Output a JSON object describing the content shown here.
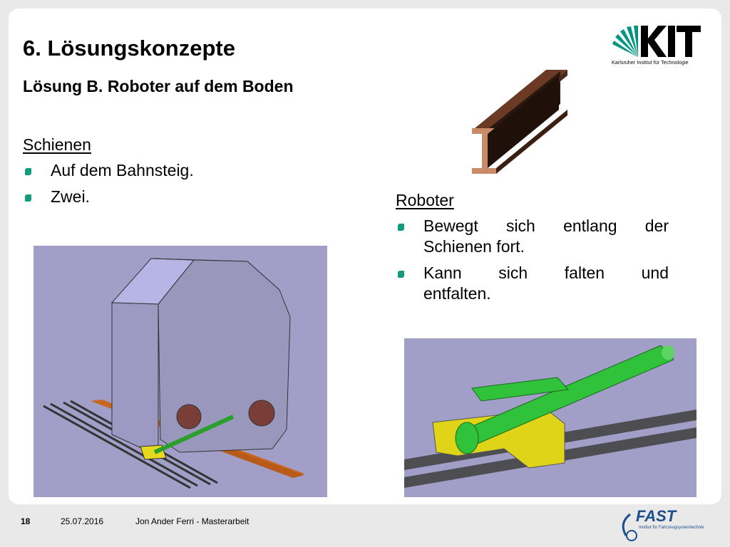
{
  "slide": {
    "title": "6. Lösungskonzepte",
    "subtitle": "Lösung B. Roboter auf dem Boden",
    "left": {
      "heading": "Schienen",
      "bullets": [
        "Auf dem Bahnsteig.",
        "Zwei."
      ]
    },
    "right": {
      "heading": "Roboter",
      "bullets": [
        {
          "line1": "Bewegt sich entlang der",
          "line2": "Schienen fort."
        },
        {
          "line1": "Kann sich falten und",
          "line2": "entfalten."
        }
      ]
    }
  },
  "logos": {
    "kit": {
      "letters": "KIT",
      "tagline": "Karlsruher Institut für Technologie"
    },
    "fast": {
      "letters": "FAST",
      "tagline": "Institut für Fahrzeugsystemtechnik"
    }
  },
  "footer": {
    "page": "18",
    "date": "25.07.2016",
    "author": "Jon Ander Ferri -   Masterarbeit"
  },
  "colors": {
    "accent": "#129b7c",
    "kit_green": "#009682",
    "fast_blue": "#1c4f8c"
  }
}
